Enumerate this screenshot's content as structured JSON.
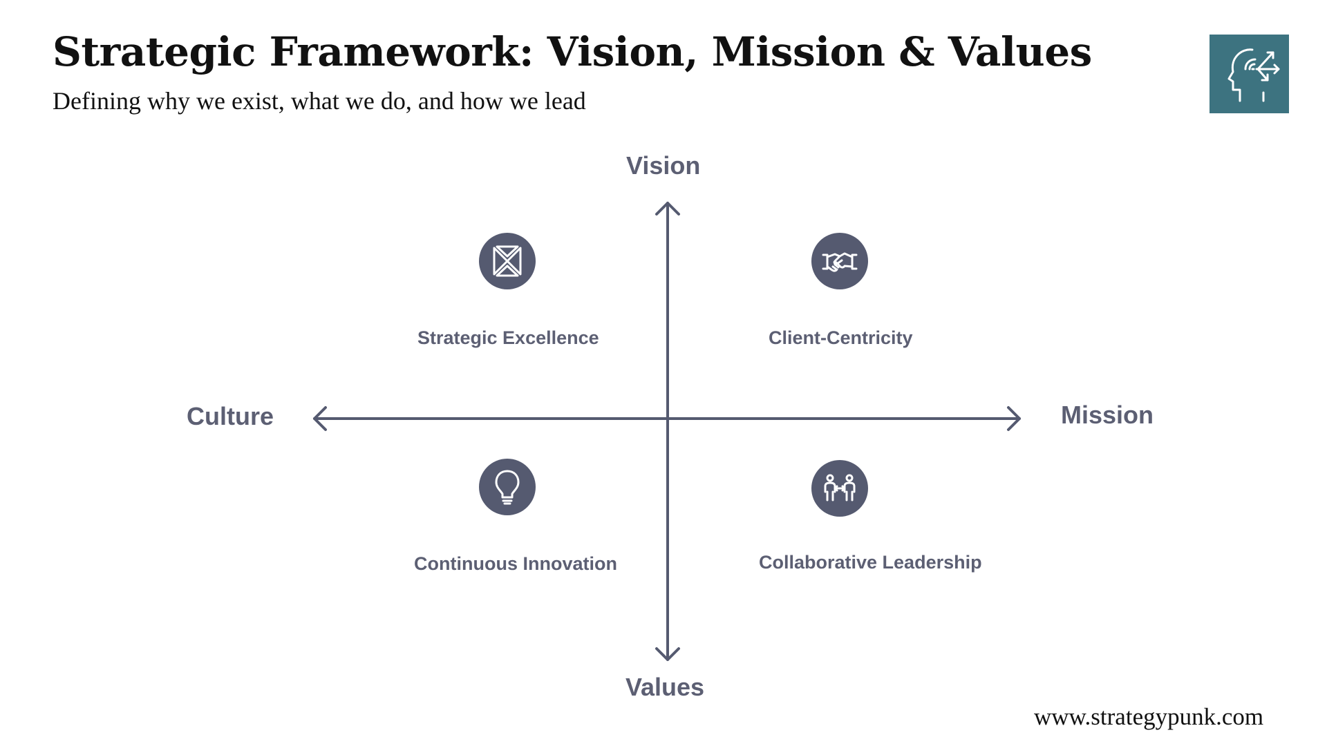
{
  "header": {
    "title": "Strategic Framework: Vision, Mission & Values",
    "subtitle": "Defining why we exist, what we do, and how we lead"
  },
  "logo": {
    "icon": "head-strategy-arrows-icon",
    "background_color": "#3d7380"
  },
  "axes": {
    "top": "Vision",
    "bottom": "Values",
    "left": "Culture",
    "right": "Mission",
    "color": "#555a70"
  },
  "quadrants": [
    {
      "label": "Strategic Excellence",
      "icon": "arrows-converge-icon"
    },
    {
      "label": "Client-Centricity",
      "icon": "handshake-icon"
    },
    {
      "label": "Continuous Innovation",
      "icon": "lightbulb-icon"
    },
    {
      "label": "Collaborative Leadership",
      "icon": "people-exchange-icon"
    }
  ],
  "footer": {
    "url": "www.strategypunk.com"
  },
  "colors": {
    "text_dark": "#111111",
    "label_gray": "#5c5f73",
    "icon_circle": "#555a70"
  }
}
